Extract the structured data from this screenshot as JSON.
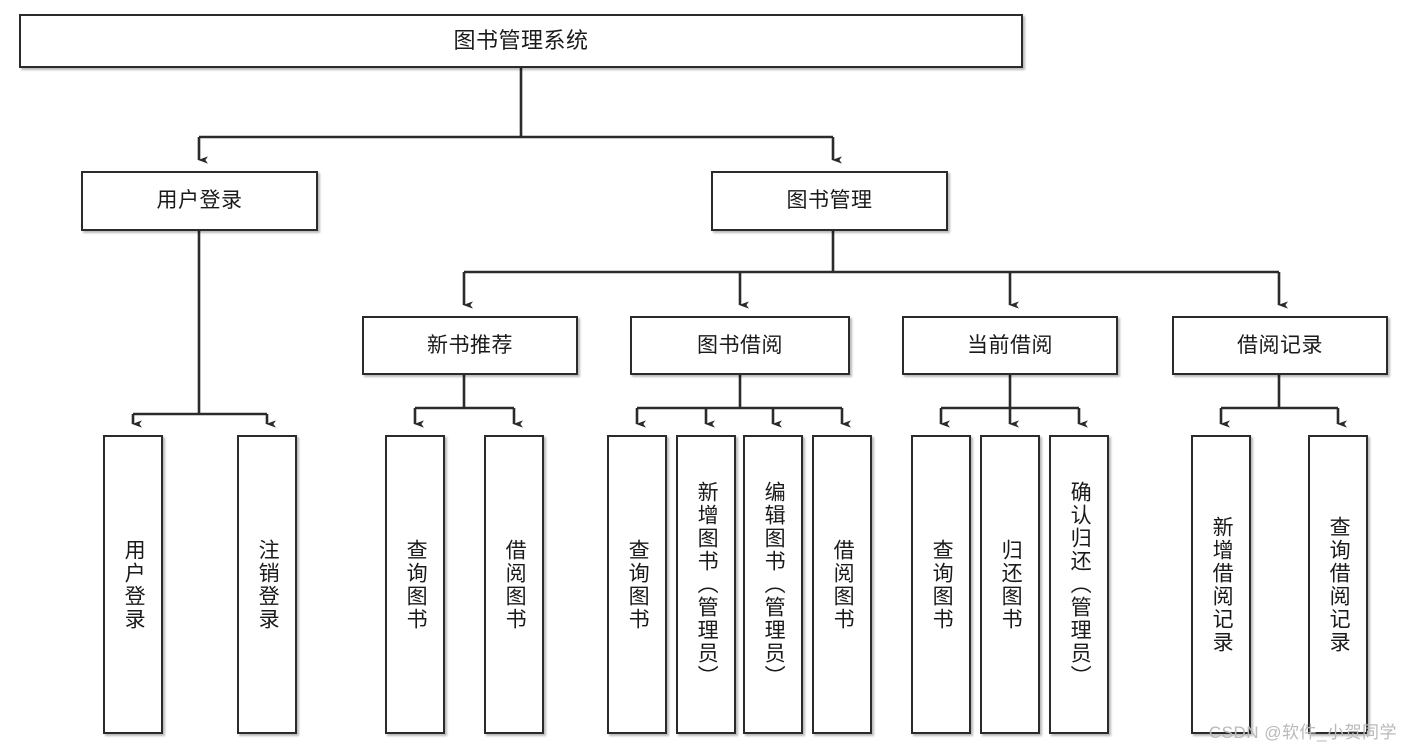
{
  "diagram": {
    "type": "tree-hierarchy-chart",
    "title": "图书管理系统",
    "line_color": "#2b2b2b",
    "box_fill": "#ffffff",
    "text_color": "#1a1a1a",
    "watermark": "CSDN @软件_小贺同学",
    "levels": {
      "root": {
        "label": "图书管理系统"
      },
      "level2": [
        {
          "label": "用户登录"
        },
        {
          "label": "图书管理"
        }
      ],
      "level3": [
        {
          "label": "新书推荐"
        },
        {
          "label": "图书借阅"
        },
        {
          "label": "当前借阅"
        },
        {
          "label": "借阅记录"
        }
      ],
      "leaves": {
        "user_login": [
          {
            "label": "用户登录"
          },
          {
            "label": "注销登录"
          }
        ],
        "new_book_recommend": [
          {
            "label": "查询图书"
          },
          {
            "label": "借阅图书"
          }
        ],
        "book_borrow": [
          {
            "label": "查询图书"
          },
          {
            "label": "新增图书（管理员）"
          },
          {
            "label": "编辑图书（管理员）"
          },
          {
            "label": "借阅图书"
          }
        ],
        "current_borrow": [
          {
            "label": "查询图书"
          },
          {
            "label": "归还图书"
          },
          {
            "label": "确认归还（管理员）"
          }
        ],
        "borrow_record": [
          {
            "label": "新增借阅记录"
          },
          {
            "label": "查询借阅记录"
          }
        ]
      }
    }
  }
}
